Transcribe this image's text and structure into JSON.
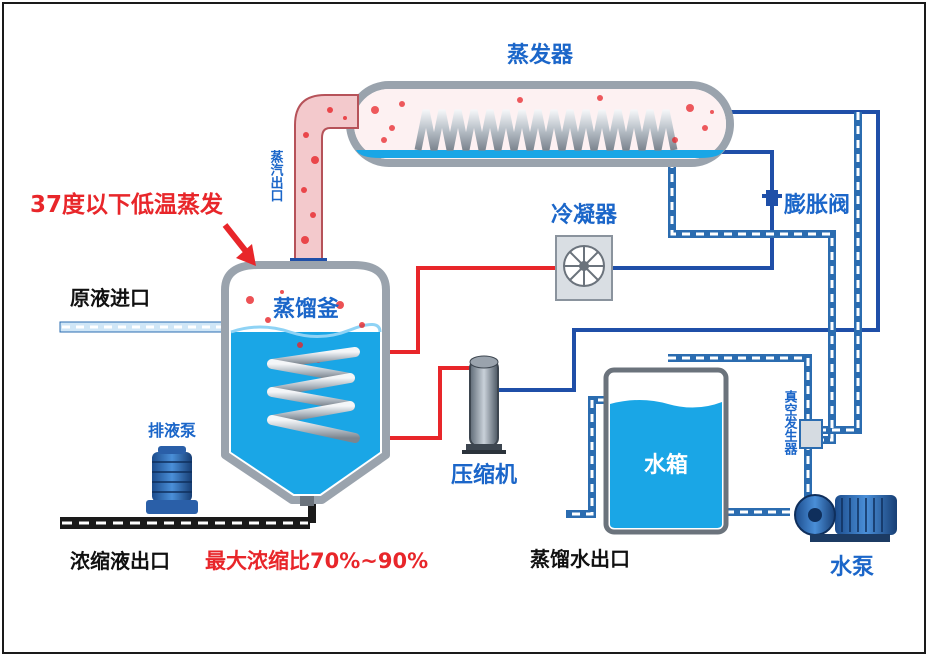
{
  "labels": {
    "evaporator": "蒸发器",
    "condenser": "冷凝器",
    "expansion_valve": "膨胀阀",
    "still_pot": "蒸馏釜",
    "compressor": "压缩机",
    "water_tank": "水箱",
    "water_pump": "水泵",
    "drain_pump": "排液泵",
    "raw_inlet": "原液进口",
    "concentrate_outlet": "浓缩液出口",
    "distilled_outlet": "蒸馏水出口",
    "steam_outlet": "蒸汽出口",
    "vacuum_generator": "真空发生器",
    "low_temp_note": "37度以下低温蒸发",
    "max_ratio_note": "最大浓缩比70%~90%"
  },
  "colors": {
    "accent_red": "#e8262a",
    "pipe_blue": "#1f4fa8",
    "water": "#1aa6e6",
    "label_blue": "#1b66c9",
    "text_dark": "#111111"
  }
}
